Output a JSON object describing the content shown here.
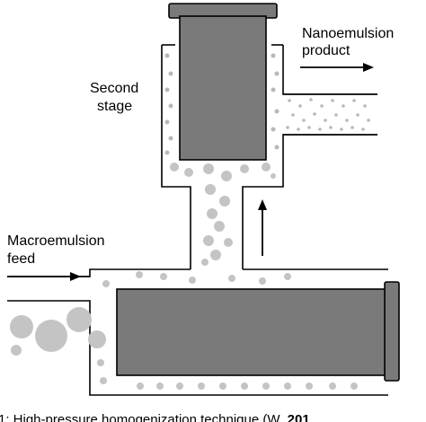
{
  "labels": {
    "second_stage_line1": "Second",
    "second_stage_line2": "stage",
    "product_line1": "Nanoemulsion",
    "product_line2": "product",
    "feed_line1": "Macroemulsion",
    "feed_line2": "feed"
  },
  "caption": {
    "prefix": "1: High-pressure homogenization technique (W",
    "tail": "201"
  },
  "colors": {
    "outline": "#000000",
    "piston": "#7a7a7a",
    "droplet": "#c4c4c4",
    "small_droplet": "#b8b8b8",
    "background": "#ffffff"
  }
}
